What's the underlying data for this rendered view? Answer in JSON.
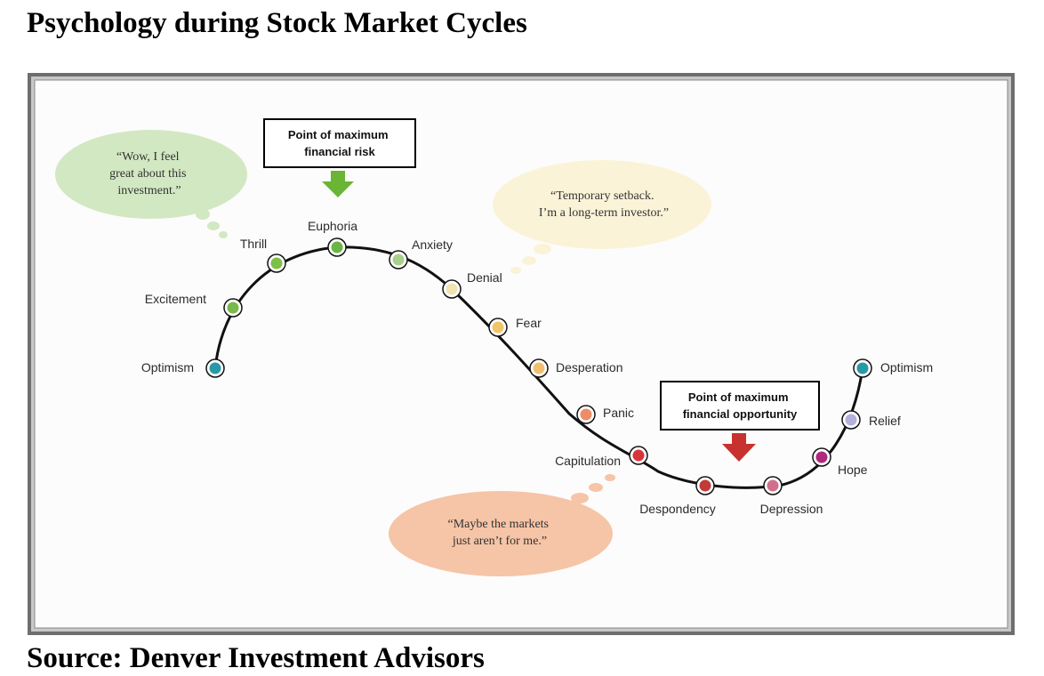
{
  "title": "Psychology during Stock Market Cycles",
  "source": "Source: Denver Investment Advisors",
  "stages": [
    {
      "label": "Optimism",
      "color": "#2a98a8"
    },
    {
      "label": "Excitement",
      "color": "#79b84a"
    },
    {
      "label": "Thrill",
      "color": "#7cc048"
    },
    {
      "label": "Euphoria",
      "color": "#6ab545"
    },
    {
      "label": "Anxiety",
      "color": "#a8d08c"
    },
    {
      "label": "Denial",
      "color": "#f2e4b0"
    },
    {
      "label": "Fear",
      "color": "#f2c46a"
    },
    {
      "label": "Desperation",
      "color": "#f0c070"
    },
    {
      "label": "Panic",
      "color": "#ee8c68"
    },
    {
      "label": "Capitulation",
      "color": "#d8343a"
    },
    {
      "label": "Despondency",
      "color": "#c23a3a"
    },
    {
      "label": "Depression",
      "color": "#d0708c"
    },
    {
      "label": "Hope",
      "color": "#b0287e"
    },
    {
      "label": "Relief",
      "color": "#b3b0dc"
    },
    {
      "label": "Optimism",
      "color": "#2a98a8"
    }
  ],
  "callouts": {
    "risk": {
      "lines": [
        "Point of maximum",
        "financial risk"
      ],
      "arrow_color": "#6ab535"
    },
    "opportunity": {
      "lines": [
        "Point of maximum",
        "financial opportunity"
      ],
      "arrow_color": "#c8322e"
    }
  },
  "thoughts": {
    "euphoria": {
      "lines": [
        "“Wow, I feel",
        "great about this",
        "investment.”"
      ],
      "color": "#d2e8c2"
    },
    "denial": {
      "lines": [
        "“Temporary setback.",
        "I’m a long-term investor.”"
      ],
      "color": "#fbf3d8"
    },
    "capitulation": {
      "lines": [
        "“Maybe the markets",
        "just aren’t for me.”"
      ],
      "color": "#f6c4a6"
    }
  }
}
